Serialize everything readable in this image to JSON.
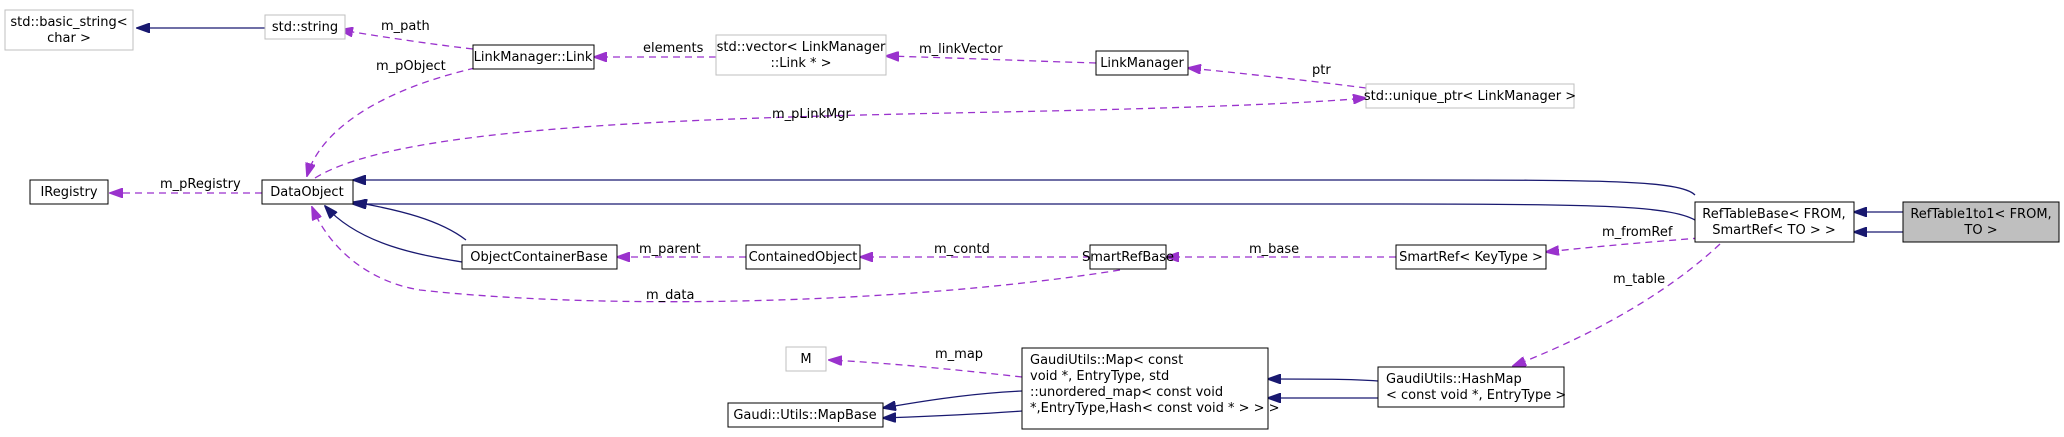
{
  "colors": {
    "inherit": "#191970",
    "usage": "#9a32cd",
    "node_border": "#000000",
    "undoc_border": "#bfbfbf",
    "highlight_fill": "#bfbfbf"
  },
  "nodes": {
    "basic_string": {
      "lines": [
        "std::basic_string<",
        "char >"
      ]
    },
    "std_string": {
      "lines": [
        "std::string"
      ]
    },
    "link": {
      "lines": [
        "LinkManager::Link"
      ]
    },
    "vector_link": {
      "lines": [
        "std::vector< LinkManager",
        "::Link * >"
      ]
    },
    "linkmanager": {
      "lines": [
        "LinkManager"
      ]
    },
    "unique_ptr": {
      "lines": [
        "std::unique_ptr< LinkManager >"
      ]
    },
    "iregistry": {
      "lines": [
        "IRegistry"
      ]
    },
    "dataobject": {
      "lines": [
        "DataObject"
      ]
    },
    "objcontainer": {
      "lines": [
        "ObjectContainerBase"
      ]
    },
    "contained": {
      "lines": [
        "ContainedObject"
      ]
    },
    "smartrefbase": {
      "lines": [
        "SmartRefBase"
      ]
    },
    "smartref": {
      "lines": [
        "SmartRef< KeyType >"
      ]
    },
    "reftablebase": {
      "lines": [
        "RefTableBase< FROM,",
        "SmartRef< TO > >"
      ]
    },
    "reftable1to1": {
      "lines": [
        "RefTable1to1< FROM,",
        "TO >"
      ]
    },
    "m": {
      "lines": [
        "M"
      ]
    },
    "gaudimap": {
      "lines": [
        "GaudiUtils::Map< const",
        "void *, EntryType, std",
        "::unordered_map< const void",
        "*,EntryType,Hash< const void * > > >"
      ]
    },
    "hashmap": {
      "lines": [
        "GaudiUtils::HashMap",
        "< const void *, EntryType >"
      ]
    },
    "mapbase": {
      "lines": [
        "Gaudi::Utils::MapBase"
      ]
    }
  },
  "edge_labels": {
    "m_path": "m_path",
    "elements": "elements",
    "m_linkVector": "m_linkVector",
    "ptr": "ptr",
    "m_pObject": "m_pObject",
    "m_pLinkMgr": "m_pLinkMgr",
    "m_pRegistry": "m_pRegistry",
    "m_parent": "m_parent",
    "m_contd": "m_contd",
    "m_base": "m_base",
    "m_fromRef": "m_fromRef",
    "m_data": "m_data",
    "m_table": "m_table",
    "m_map": "m_map"
  }
}
